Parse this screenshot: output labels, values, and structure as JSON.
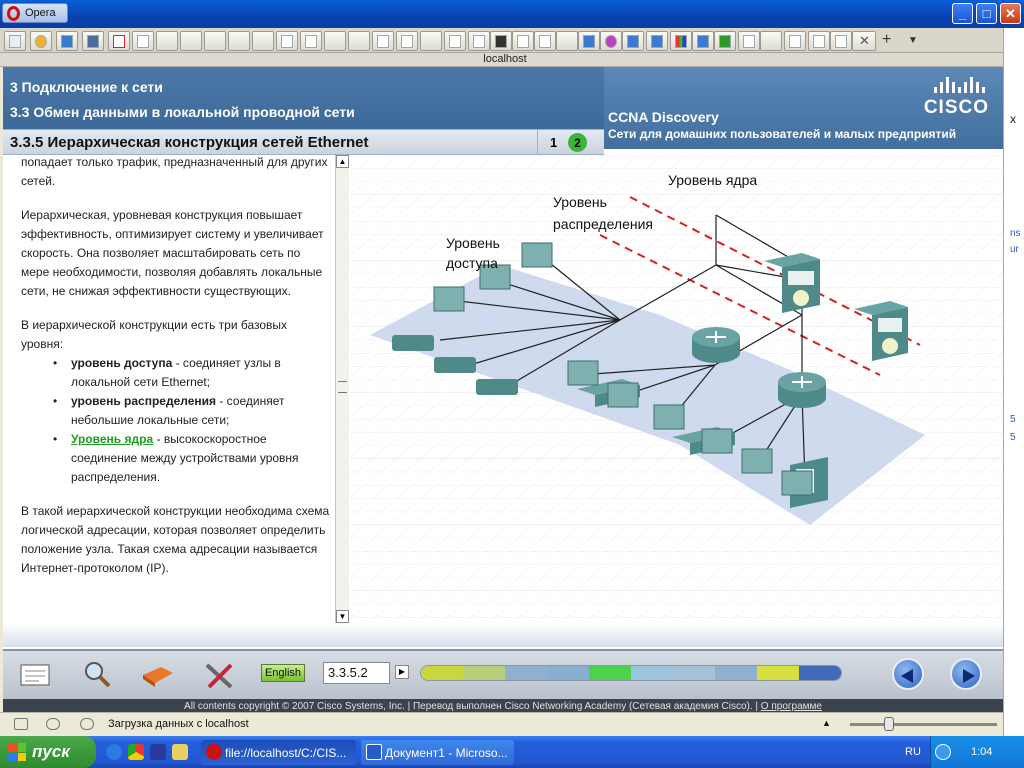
{
  "browser": {
    "menu_label": "Opera",
    "address": "localhost"
  },
  "header": {
    "chapter": "3 Подключение к сети",
    "section": "3.3 Обмен данными в локальной проводной сети",
    "topic": "3.3.5 Иерархическая конструкция сетей Ethernet",
    "page_numbers": [
      "1",
      "2"
    ],
    "course": "CCNA Discovery",
    "course_subtitle": "Сети для домашних пользователей и малых предприятий",
    "logo": "CISCO"
  },
  "text": {
    "p0": "попадает только трафик, предназначенный для других сетей.",
    "p1": "Иерархическая, уровневая конструкция повышает эффективность, оптимизирует систему и увеличивает скорость. Она позволяет масштабировать сеть по мере необходимости, позволяя добавлять локальные сети, не снижая эффективности существующих.",
    "p2": "В иерархической конструкции есть три базовых уровня:",
    "items": [
      {
        "term": "уровень доступа",
        "desc": " - соединяет узлы в локальной сети Ethernet;"
      },
      {
        "term": "уровень распределения",
        "desc": " - соединяет небольшие локальные сети;"
      },
      {
        "term": "Уровень ядра",
        "desc": " - высокоскоростное соединение между устройствами уровня распределения."
      }
    ],
    "p3": "В такой иерархической конструкции необходима схема логической адресации, которая позволяет определить положение узла. Такая схема адресации называется Интернет-протоколом (IP)."
  },
  "diagram": {
    "access_label_1": "Уровень",
    "access_label_2": "доступа",
    "dist_label_1": "Уровень",
    "dist_label_2": "распределения",
    "core_label": "Уровень ядра",
    "colors": {
      "device": "#4f8a8b",
      "zone": "#c7d3ec",
      "dashed": "#d62020"
    }
  },
  "toolbar": {
    "language": "English",
    "page_field": "3.3.5.2",
    "progress_colors": [
      "#c8d640",
      "#b8cf7a",
      "#8fb0cf",
      "#8aaed0",
      "#4ed24e",
      "#9cc6de",
      "#a7c2d6",
      "#8fb0cf",
      "#d8e040",
      "#406ab8"
    ],
    "icons": [
      "notes-icon",
      "search-icon",
      "book-icon",
      "tools-icon"
    ]
  },
  "copyright": {
    "text": "All contents copyright © 2007 Cisco Systems, Inc. | Перевод выполнен Cisco Networking Academy (Сетевая академия Cisco). | ",
    "link": "О программе"
  },
  "status": {
    "text": "Загрузка данных с localhost"
  },
  "taskbar": {
    "start": "пуск",
    "item1": "file://localhost/C:/CIS...",
    "item2": "Документ1 - Microso...",
    "lang": "RU",
    "time": "1:04"
  },
  "rightstrip": [
    "x",
    "ns",
    "ur",
    "5",
    "5"
  ]
}
